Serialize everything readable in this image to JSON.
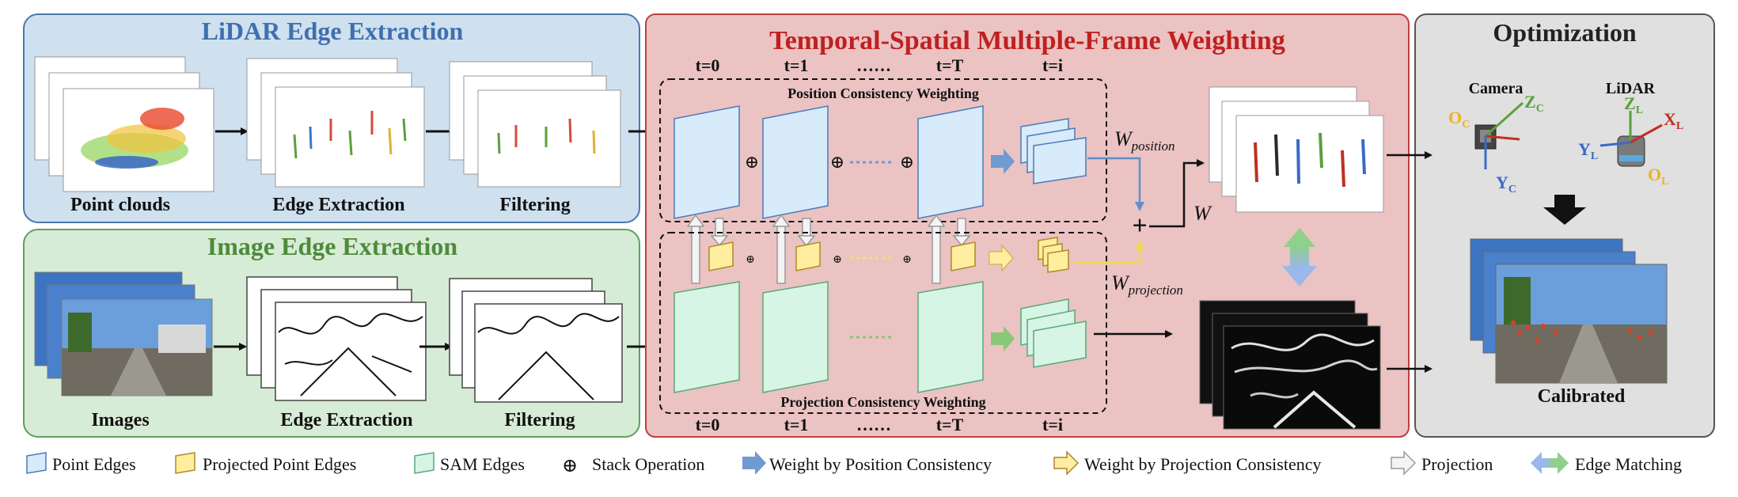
{
  "panels": {
    "lidar": {
      "title": "LiDAR Edge Extraction",
      "steps": [
        "Point clouds",
        "Edge Extraction",
        "Filtering"
      ]
    },
    "image": {
      "title": "Image Edge Extraction",
      "steps": [
        "Images",
        "Edge Extraction",
        "Filtering"
      ]
    },
    "temporal": {
      "title": "Temporal-Spatial  Multiple-Frame Weighting",
      "frames_top": [
        "t=0",
        "t=1",
        "……",
        "t=T",
        "t=i"
      ],
      "frames_bottom": [
        "t=0",
        "t=1",
        "……",
        "t=T",
        "t=i"
      ],
      "position_box": "Position Consistency Weighting",
      "projection_box": "Projection Consistency Weighting",
      "w_position": {
        "base": "W",
        "sub": "position"
      },
      "w_projection": {
        "base": "W",
        "sub": "projection"
      },
      "w_total": "W",
      "plus": "+"
    },
    "optimization": {
      "title": "Optimization",
      "camera_label": "Camera",
      "lidar_label": "LiDAR",
      "camera_axes": {
        "o": "O",
        "o_sub": "C",
        "z": "Z",
        "z_sub": "C",
        "y": "Y",
        "y_sub": "C"
      },
      "lidar_axes": {
        "z": "Z",
        "z_sub": "L",
        "x": "X",
        "x_sub": "L",
        "y": "Y",
        "y_sub": "L",
        "o": "O",
        "o_sub": "L"
      },
      "result": "Calibrated"
    }
  },
  "legend": [
    {
      "icon": "point-edge-icon",
      "label": "Point Edges"
    },
    {
      "icon": "projected-edge-icon",
      "label": "Projected Point Edges"
    },
    {
      "icon": "sam-edge-icon",
      "label": "SAM Edges"
    },
    {
      "icon": "stack-icon",
      "label": "Stack Operation"
    },
    {
      "icon": "position-arrow-icon",
      "label": "Weight by Position Consistency"
    },
    {
      "icon": "projection-arrow-icon",
      "label": "Weight by Projection Consistency"
    },
    {
      "icon": "projection-hollow-arrow-icon",
      "label": "Projection"
    },
    {
      "icon": "edge-matching-arrow-icon",
      "label": "Edge Matching"
    }
  ],
  "colors": {
    "lidar_bg": "#cfe0ef",
    "lidar_border": "#4a78b0",
    "lidar_title": "#3f6fae",
    "image_bg": "#d7ecd6",
    "image_border": "#5fa060",
    "image_title": "#4e8a3c",
    "temporal_bg": "#ebc3c3",
    "temporal_border": "#c04040",
    "temporal_title": "#c02020",
    "opt_bg": "#e0e0e0",
    "opt_border": "#555555",
    "point_edge": "#d8ebfa",
    "projected_edge": "#ffeea0",
    "sam_edge": "#d6f5e4",
    "blue_arrow": "#6f9bd0",
    "green_arrow": "#88c878",
    "yellow_line": "#f4e070"
  }
}
